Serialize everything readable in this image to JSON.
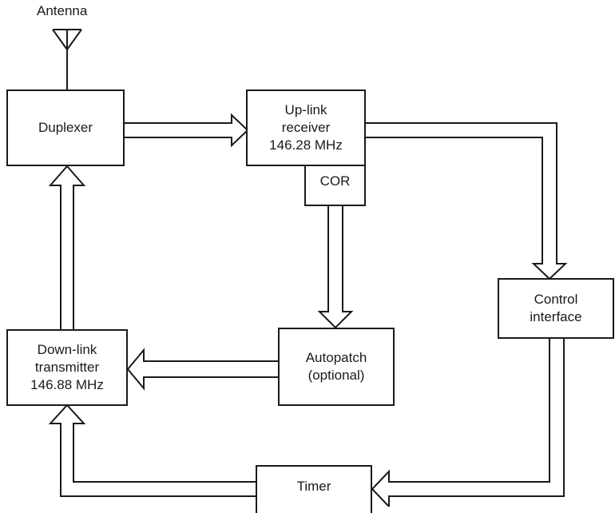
{
  "antenna": {
    "label": "Antenna"
  },
  "blocks": {
    "duplexer": {
      "label": "Duplexer"
    },
    "uplink": {
      "line1": "Up-link",
      "line2": "receiver",
      "line3": "146.28 MHz"
    },
    "cor": {
      "label": "COR"
    },
    "control": {
      "line1": "Control",
      "line2": "interface"
    },
    "autopatch": {
      "line1": "Autopatch",
      "line2": "(optional)"
    },
    "downlink": {
      "line1": "Down-link",
      "line2": "transmitter",
      "line3": "146.88 MHz"
    },
    "timer": {
      "label": "Timer"
    }
  },
  "colors": {
    "ink": "#1a1a1a",
    "paper": "#ffffff"
  }
}
